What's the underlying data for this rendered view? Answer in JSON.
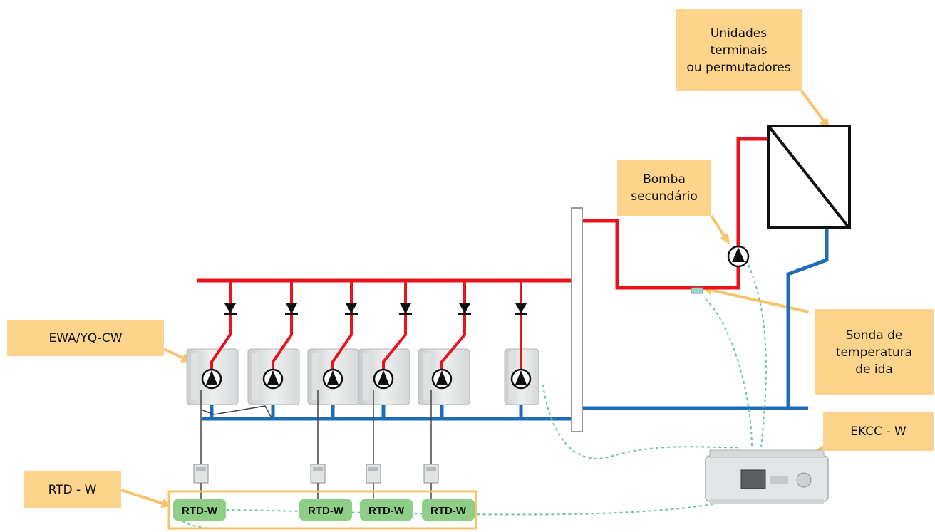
{
  "callouts": {
    "terminal_units": "Unidades terminais\nou permutadores",
    "secondary_pump": "Bomba\nsecundário",
    "unit_model": "EWA/YQ-CW",
    "flow_sensor": "Sonda de\ntemperatura\nde ida",
    "controller": "EKCC - W",
    "rtd": "RTD - W"
  },
  "rtd_modules": [
    "RTD-W",
    "RTD-W",
    "RTD-W",
    "RTD-W"
  ],
  "colors": {
    "supply_pipe": "#e8141d",
    "return_pipe": "#1f6db7",
    "callout_fill": "#fcd48b",
    "callout_arrow": "#f7c46c",
    "control_wire": "#6cc2a0",
    "rtd_fill": "#8fce86"
  }
}
